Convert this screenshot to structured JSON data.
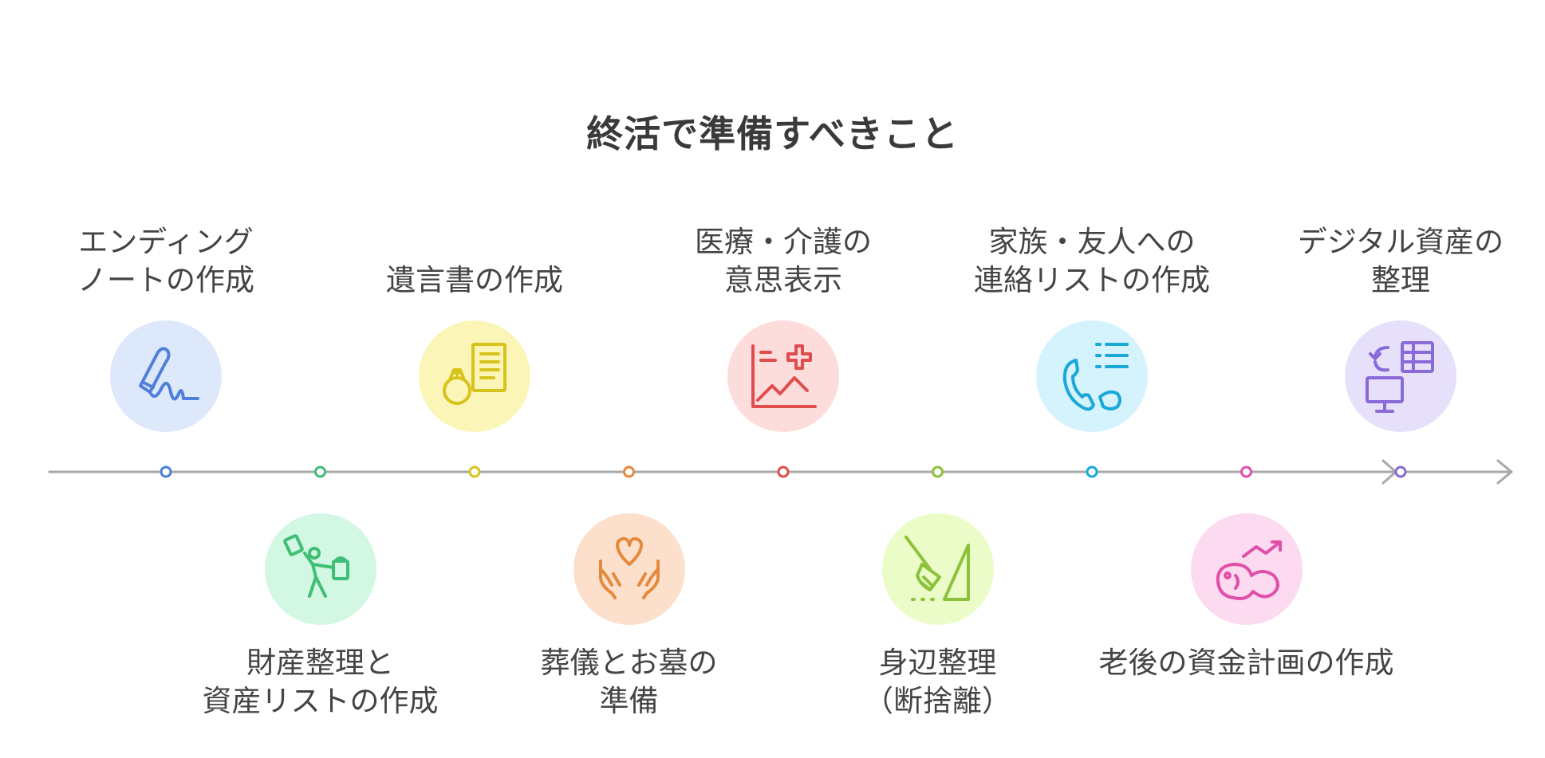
{
  "title": "終活で準備すべきこと",
  "steps": [
    {
      "label": "エンディング\nノートの作成",
      "position": "top",
      "icon": "signature-pen-icon",
      "color": "#4f7fd9",
      "bg": "#dde8fb"
    },
    {
      "label": "財産整理と\n資産リストの作成",
      "position": "bottom",
      "icon": "person-carrying-boxes-icon",
      "color": "#3fbf74",
      "bg": "#d2f7e3"
    },
    {
      "label": "遺言書の作成",
      "position": "top",
      "icon": "ring-and-document-icon",
      "color": "#d8c21c",
      "bg": "#fbf6b8"
    },
    {
      "label": "葬儀とお墓の\n準備",
      "position": "bottom",
      "icon": "hands-holding-heart-icon",
      "color": "#e58a3c",
      "bg": "#fde0cc"
    },
    {
      "label": "医療・介護の\n意思表示",
      "position": "top",
      "icon": "medical-chart-icon",
      "color": "#e04d4d",
      "bg": "#fddcdc"
    },
    {
      "label": "身辺整理\n（断捨離）",
      "position": "bottom",
      "icon": "broom-sweeping-icon",
      "color": "#8cc23a",
      "bg": "#ebfcc9"
    },
    {
      "label": "家族・友人への\n連絡リストの作成",
      "position": "top",
      "icon": "phone-contact-list-icon",
      "color": "#1aa8d8",
      "bg": "#d4f3fd"
    },
    {
      "label": "老後の資金計画の作成",
      "position": "bottom",
      "icon": "piggy-bank-growth-icon",
      "color": "#e050a8",
      "bg": "#fcdaf0"
    },
    {
      "label": "デジタル資産の\n整理",
      "position": "top",
      "icon": "computer-data-transfer-icon",
      "color": "#8a6ad8",
      "bg": "#e6e0fb"
    }
  ]
}
